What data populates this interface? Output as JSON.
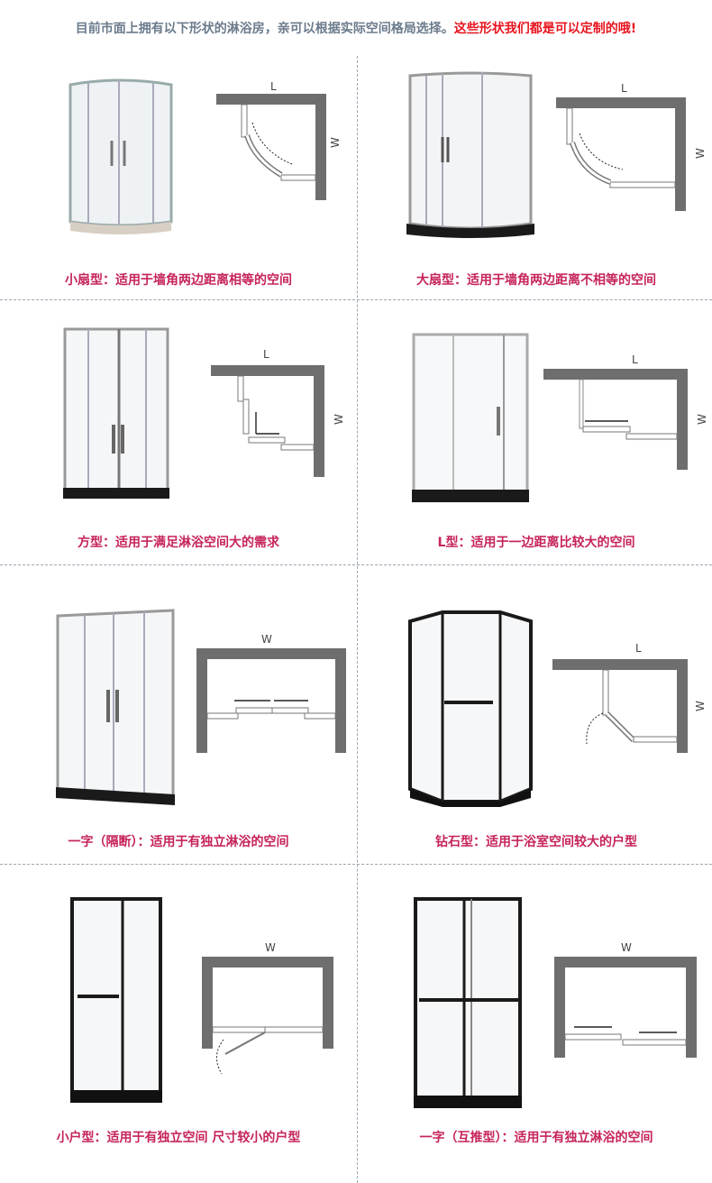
{
  "header": {
    "intro": "目前市面上拥有以下形状的淋浴房，亲可以根据实际空间格局选择。",
    "highlight": "这些形状我们都是可以定制的哦!"
  },
  "colors": {
    "intro_text": "#6b7b8c",
    "highlight_text": "#e8141e",
    "caption_text": "#c6245a",
    "wall": "#6e6e6e",
    "divider": "#9aa6b2"
  },
  "cells": [
    {
      "caption": "小扇型：适用于墙角两边距离相等的空间",
      "labels": [
        "L",
        "W"
      ]
    },
    {
      "caption": "大扇型：适用于墙角两边距离不相等的空间",
      "labels": [
        "L",
        "W"
      ]
    },
    {
      "caption": "方型：适用于满足淋浴空间大的需求",
      "labels": [
        "L",
        "W"
      ]
    },
    {
      "caption": "L型：适用于一边距离比较大的空间",
      "labels": [
        "L",
        "W"
      ]
    },
    {
      "caption": "一字（隔断）：适用于有独立淋浴的空间",
      "labels": [
        "W"
      ]
    },
    {
      "caption": "钻石型：适用于浴室空间较大的户型",
      "labels": [
        "L",
        "W"
      ]
    },
    {
      "caption": "小户型：适用于有独立空间 尺寸较小的户型",
      "labels": [
        "W"
      ]
    },
    {
      "caption": "一字（互推型）：适用于有独立淋浴的空间",
      "labels": [
        "W"
      ]
    }
  ]
}
